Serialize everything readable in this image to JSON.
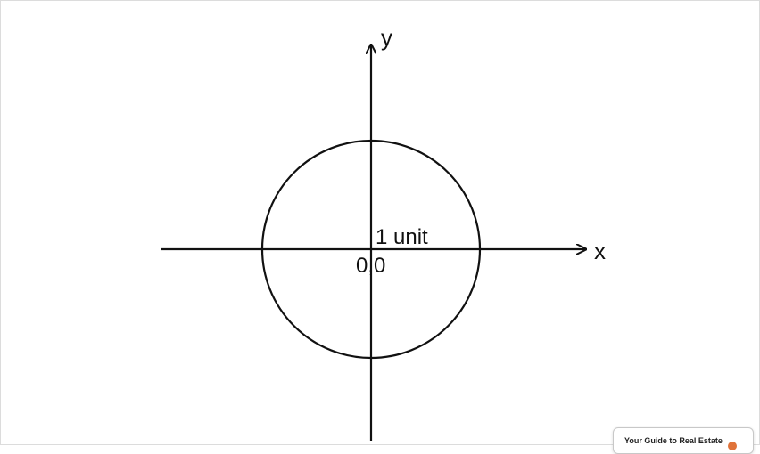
{
  "diagram": {
    "axis_x_label": "x",
    "axis_y_label": "y",
    "radius_label": "1 unit",
    "origin_label": "0,0",
    "stroke_color": "#111111"
  },
  "ad": {
    "text": "Your Guide to Real Estate",
    "icon": "house-logo-icon",
    "accent_color": "#e0733a"
  }
}
